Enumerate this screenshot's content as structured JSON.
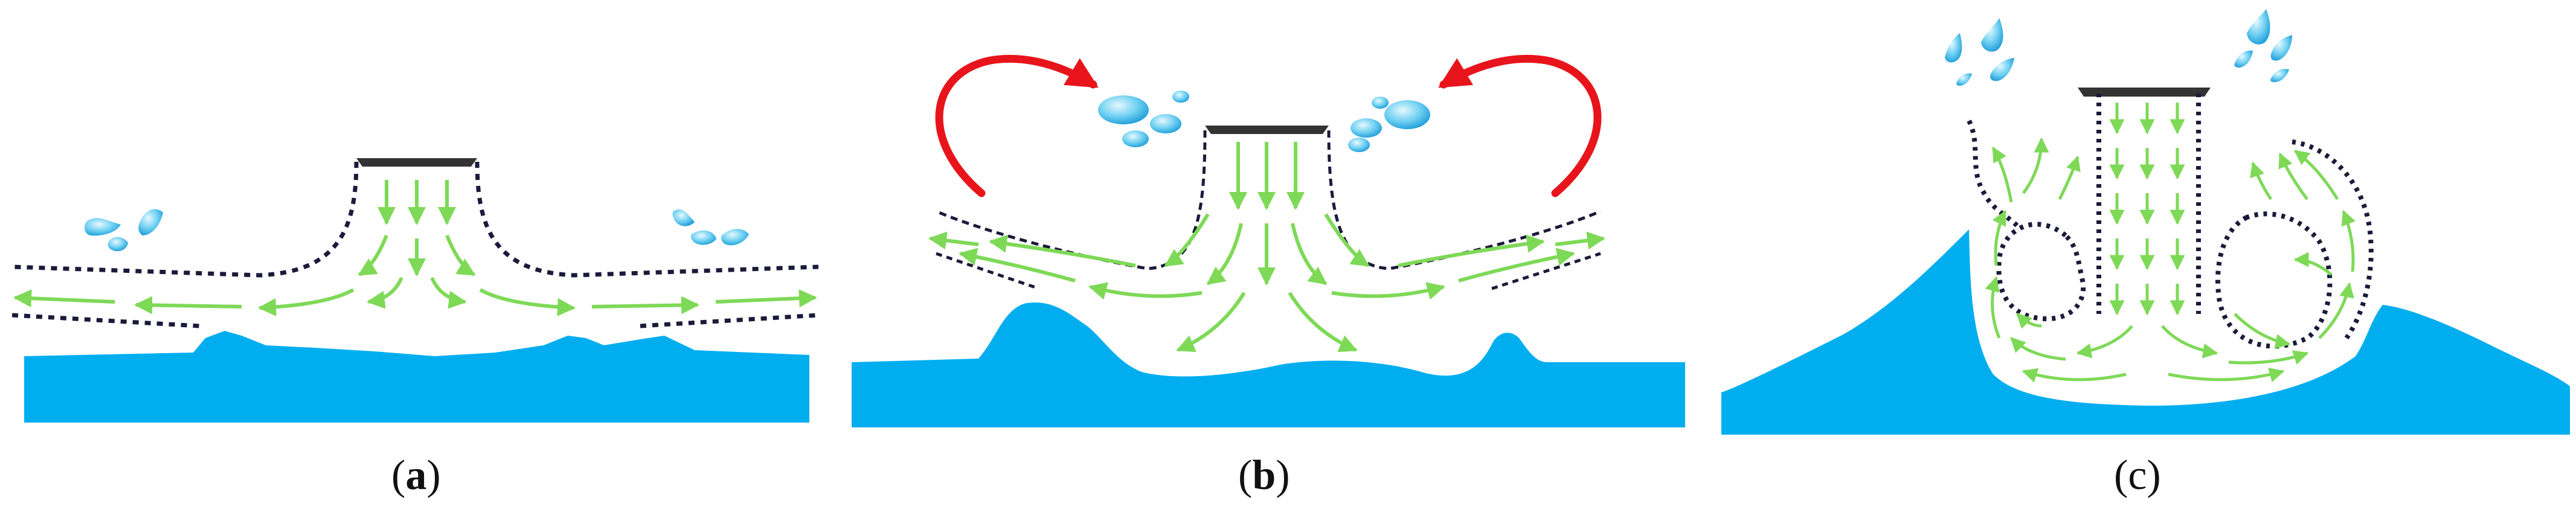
{
  "panels": [
    {
      "id": "a",
      "label": "a"
    },
    {
      "id": "b",
      "label": "b"
    },
    {
      "id": "c",
      "label": "c"
    }
  ],
  "colors": {
    "water": "#00aeef",
    "flow_arrow": "#7ed957",
    "boundary": "#1a1a3a",
    "curl_arrow": "#e8141c",
    "droplet": "#5bc6ee",
    "nozzle": "#333333"
  },
  "icons": [
    "water-droplet-icon",
    "nozzle-icon",
    "flow-arrow-icon",
    "splash-arrow-icon"
  ]
}
